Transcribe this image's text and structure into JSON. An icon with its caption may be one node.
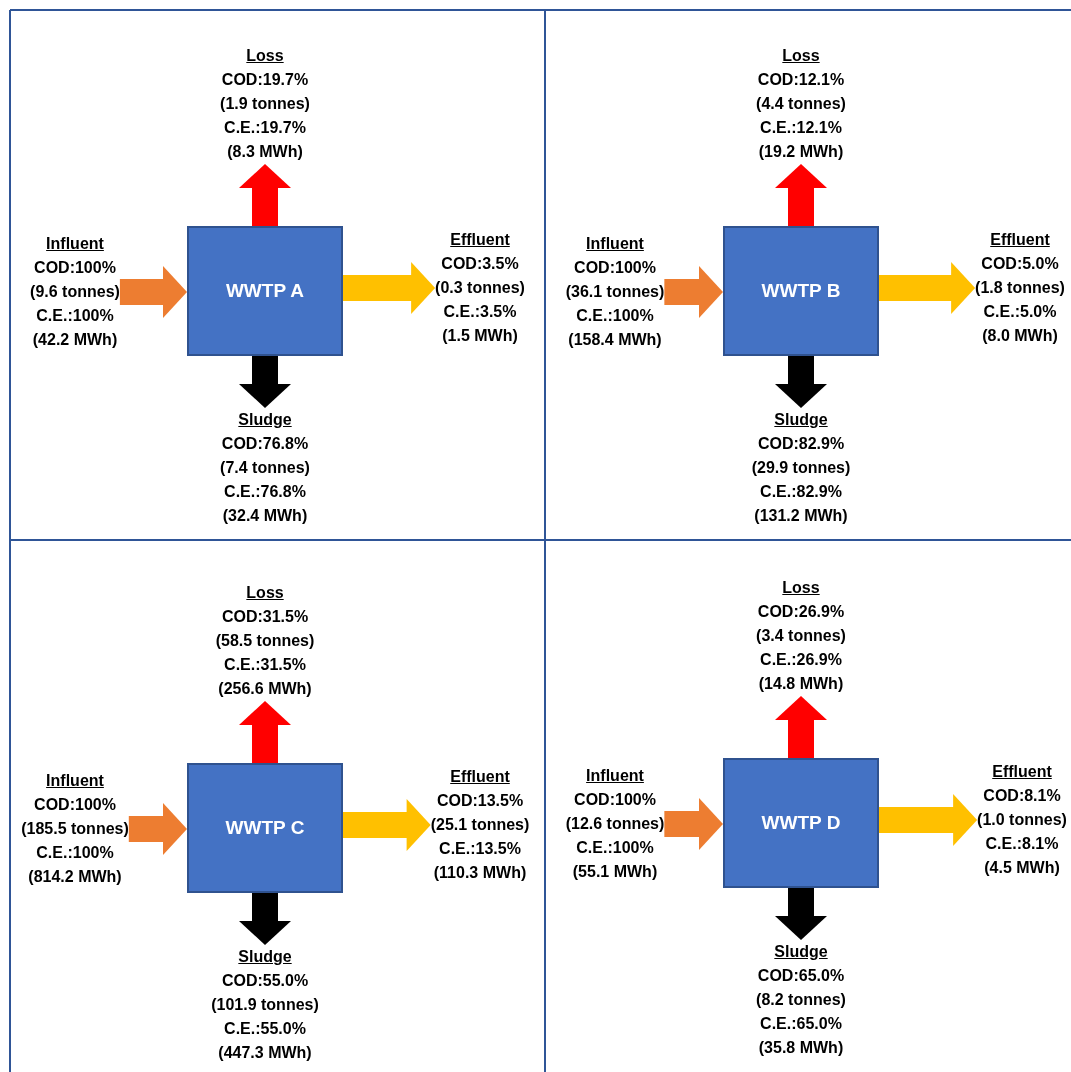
{
  "diagram": {
    "nodes": [
      {
        "text": [
          "Loss",
          "COD:19.7%",
          "(1.9 tonnes)",
          "C.E.:19.7%",
          "(8.3 MWh)"
        ]
      },
      {
        "text": [
          "Influent",
          "COD:100%",
          "(9.6 tonnes)",
          "C.E.:100%",
          "(42.2 MWh)"
        ]
      },
      {
        "text": [
          "WWTP A"
        ]
      },
      {
        "text": [
          "Effluent",
          "COD:3.5%",
          "(0.3 tonnes)",
          "C.E.:3.5%",
          "(1.5 MWh)"
        ]
      },
      {
        "text": [
          "Sludge",
          "COD:76.8%",
          "(7.4 tonnes)",
          "C.E.:76.8%",
          "(32.4 MWh)"
        ]
      },
      {
        "text": [
          "Loss",
          "COD:12.1%",
          "(4.4 tonnes)",
          "C.E.:12.1%",
          "(19.2 MWh)"
        ]
      },
      {
        "text": [
          "Influent",
          "COD:100%",
          "(36.1 tonnes)",
          "C.E.:100%",
          "(158.4 MWh)"
        ]
      },
      {
        "text": [
          "WWTP B"
        ]
      },
      {
        "text": [
          "Effluent",
          "COD:5.0%",
          "(1.8 tonnes)",
          "C.E.:5.0%",
          "(8.0 MWh)"
        ]
      },
      {
        "text": [
          "Sludge",
          "COD:82.9%",
          "(29.9 tonnes)",
          "C.E.:82.9%",
          "(131.2 MWh)"
        ]
      },
      {
        "text": [
          "Loss",
          "COD:31.5%",
          "(58.5 tonnes)",
          "C.E.:31.5%",
          "(256.6 MWh)"
        ]
      },
      {
        "text": [
          "Influent",
          "COD:100%",
          "(185.5 tonnes)",
          "C.E.:100%",
          "(814.2 MWh)"
        ]
      },
      {
        "text": [
          "WWTP C"
        ]
      },
      {
        "text": [
          "Effluent",
          "COD:13.5%",
          "(25.1 tonnes)",
          "C.E.:13.5%",
          "(110.3 MWh)"
        ]
      },
      {
        "text": [
          "Sludge",
          "COD:55.0%",
          "(101.9 tonnes)",
          "C.E.:55.0%",
          "(447.3 MWh)"
        ]
      },
      {
        "text": [
          "Loss",
          "COD:26.9%",
          "(3.4 tonnes)",
          "C.E.:26.9%",
          "(14.8 MWh)"
        ]
      },
      {
        "text": [
          "Influent",
          "COD:100%",
          "(12.6 tonnes)",
          "C.E.:100%",
          "(55.1 MWh)"
        ]
      },
      {
        "text": [
          "WWTP D"
        ]
      },
      {
        "text": [
          "Effluent",
          "COD:8.1%",
          "(1.0 tonnes)",
          "C.E.:8.1%",
          "(4.5 MWh)"
        ]
      },
      {
        "text": [
          "Sludge",
          "COD:65.0%",
          "(8.2 tonnes)",
          "C.E.:65.0%",
          "(35.8 MWh)"
        ]
      }
    ],
    "edges": [
      {
        "from": 1,
        "to": 2,
        "arrow": "to",
        "color": "#ed7d31"
      },
      {
        "from": 2,
        "to": 3,
        "arrow": "to",
        "color": "#ffc000"
      },
      {
        "from": 2,
        "to": 0,
        "arrow": "to",
        "color": "#ff0000"
      },
      {
        "from": 2,
        "to": 4,
        "arrow": "to",
        "color": "#000000"
      },
      {
        "from": 6,
        "to": 7,
        "arrow": "to",
        "color": "#ed7d31"
      },
      {
        "from": 7,
        "to": 8,
        "arrow": "to",
        "color": "#ffc000"
      },
      {
        "from": 7,
        "to": 5,
        "arrow": "to",
        "color": "#ff0000"
      },
      {
        "from": 7,
        "to": 9,
        "arrow": "to",
        "color": "#000000"
      },
      {
        "from": 11,
        "to": 12,
        "arrow": "to",
        "color": "#ed7d31"
      },
      {
        "from": 12,
        "to": 13,
        "arrow": "to",
        "color": "#ffc000"
      },
      {
        "from": 12,
        "to": 10,
        "arrow": "to",
        "color": "#ff0000"
      },
      {
        "from": 12,
        "to": 14,
        "arrow": "to",
        "color": "#000000"
      },
      {
        "from": 16,
        "to": 17,
        "arrow": "to",
        "color": "#ed7d31"
      },
      {
        "from": 17,
        "to": 18,
        "arrow": "to",
        "color": "#ffc000"
      },
      {
        "from": 17,
        "to": 15,
        "arrow": "to",
        "color": "#ff0000"
      },
      {
        "from": 17,
        "to": 19,
        "arrow": "to",
        "color": "#000000"
      }
    ]
  }
}
